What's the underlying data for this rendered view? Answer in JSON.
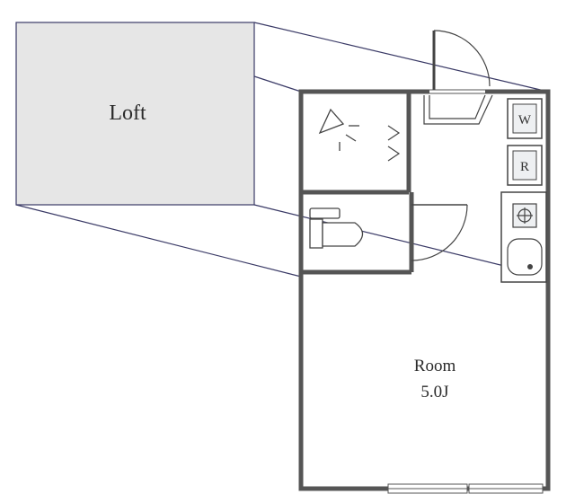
{
  "rooms": {
    "loft": {
      "label": "Loft"
    },
    "main": {
      "label": "Room",
      "area": "5.0J"
    }
  },
  "fixtures": {
    "washer_label": "W",
    "fridge_label": "R"
  },
  "colors": {
    "wall": "#555555",
    "loft_fill": "#e6e6e6",
    "line": "#3a3a66",
    "fixture": "#444444",
    "fixture_fill": "#eef0f2"
  }
}
